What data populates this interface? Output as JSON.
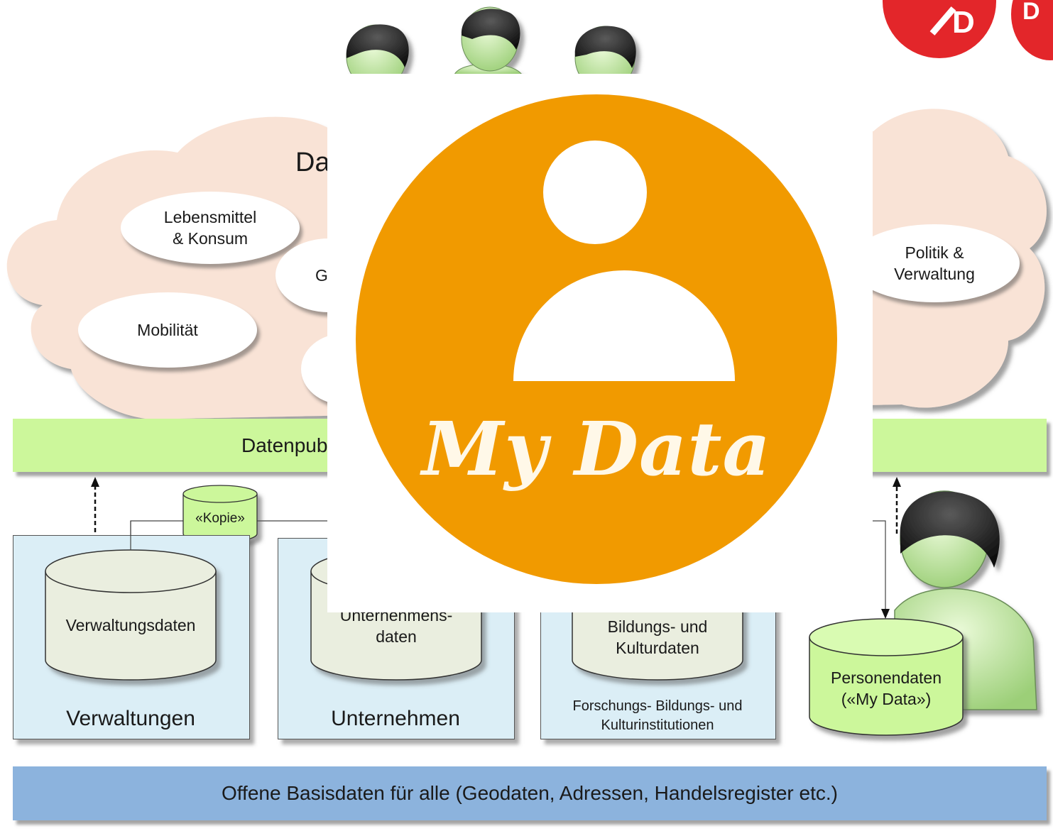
{
  "cloud": {
    "title": "Da",
    "topics": [
      {
        "label": "Lebensmittel\n& Konsum"
      },
      {
        "label": "G"
      },
      {
        "label": "Mobilität"
      },
      {
        "label": "Politik &\nVerwaltung"
      }
    ]
  },
  "publication_bar": {
    "label": "Datenpubl"
  },
  "kopie_label": "«Kopie»",
  "silos": [
    {
      "label": "Verwaltungen",
      "database": "Verwaltungsdaten"
    },
    {
      "label": "Unternehmen",
      "database": "Unternehmens-\ndaten"
    },
    {
      "label": "Forschungs- Bildungs- und\nKulturinstitutionen",
      "database": "Bildungs-  und\nKulturdaten"
    }
  ],
  "personal_data": "Personendaten\n(«My Data»)",
  "base_bar": {
    "label": "Offene Basisdaten für alle (Geodaten, Adressen, Handelsregister etc.)"
  },
  "overlay": {
    "title": "My Data"
  },
  "colors": {
    "cloud": "#f9e3d6",
    "publication_bar": "#ccf79b",
    "base_bar": "#8cb3dd",
    "silo": "#dbeef6",
    "cylinder": "#eaeedf",
    "personal_cylinder": "#ccf79b",
    "mydata_orange": "#f19a00",
    "badge_red": "#e3262a"
  }
}
